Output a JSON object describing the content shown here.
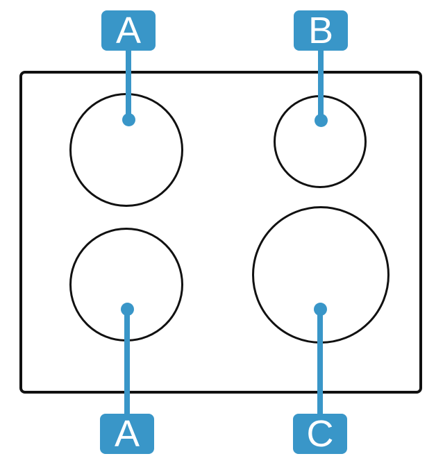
{
  "diagram": {
    "type": "cooktop-burner-callout-diagram",
    "colors": {
      "accent": "#3996c8",
      "outline": "#111111",
      "background": "#ffffff",
      "label_text": "#ffffff"
    },
    "cooktop": {
      "shape": "rounded-rectangle",
      "burner_count": 4
    },
    "callouts": [
      {
        "id": "burner-top-left",
        "label": "A",
        "label_position": "above",
        "burner_size": "medium"
      },
      {
        "id": "burner-top-right",
        "label": "B",
        "label_position": "above",
        "burner_size": "small"
      },
      {
        "id": "burner-bottom-left",
        "label": "A",
        "label_position": "below",
        "burner_size": "medium"
      },
      {
        "id": "burner-bottom-right",
        "label": "C",
        "label_position": "below",
        "burner_size": "large"
      }
    ]
  }
}
